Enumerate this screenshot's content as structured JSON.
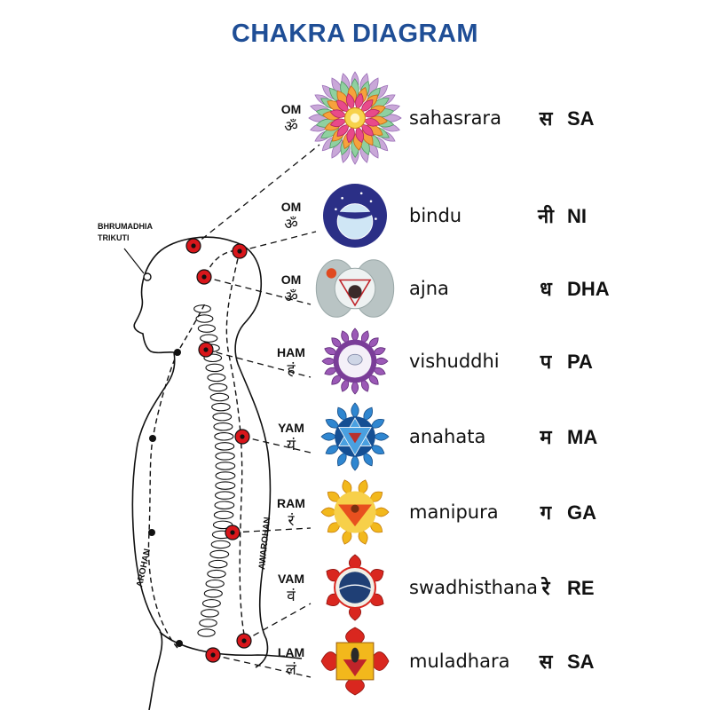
{
  "title": "CHAKRA DIAGRAM",
  "labels": {
    "bhrumadhia": "BHRUMADHIA",
    "trikuti": "TRIKUTI",
    "arohan": "AROHAN",
    "awarohan": "AWAROHAN"
  },
  "colors": {
    "title": "#1f4e96",
    "point": "#d8161b",
    "sahasrara": "#e84a8a",
    "bindu": "#2b2f86",
    "ajna": "#b9c4c4",
    "vishuddhi": "#7a3d98",
    "anahata": "#1e6fb8",
    "manipura": "#f2b81c",
    "swadhisthana": "#d9271f",
    "muladhara": "#d9271f"
  },
  "chakras": [
    {
      "key": "sahasrara",
      "mantra": "OM",
      "mantra_dev": "ॐ",
      "name": "sahasrara",
      "note_dev": "स",
      "note": "SA"
    },
    {
      "key": "bindu",
      "mantra": "OM",
      "mantra_dev": "ॐ",
      "name": "bindu",
      "note_dev": "नी",
      "note": "NI"
    },
    {
      "key": "ajna",
      "mantra": "OM",
      "mantra_dev": "ॐ",
      "name": "ajna",
      "note_dev": "ध",
      "note": "DHA"
    },
    {
      "key": "vishuddhi",
      "mantra": "HAM",
      "mantra_dev": "हं",
      "name": "vishuddhi",
      "note_dev": "प",
      "note": "PA"
    },
    {
      "key": "anahata",
      "mantra": "YAM",
      "mantra_dev": "यं",
      "name": "anahata",
      "note_dev": "म",
      "note": "MA"
    },
    {
      "key": "manipura",
      "mantra": "RAM",
      "mantra_dev": "रं",
      "name": "manipura",
      "note_dev": "ग",
      "note": "GA"
    },
    {
      "key": "swadhisthana",
      "mantra": "VAM",
      "mantra_dev": "वं",
      "name": "swadhisthana",
      "note_dev": "रे",
      "note": "RE"
    },
    {
      "key": "muladhara",
      "mantra": "LAM",
      "mantra_dev": "लं",
      "name": "muladhara",
      "note_dev": "स",
      "note": "SA"
    }
  ]
}
